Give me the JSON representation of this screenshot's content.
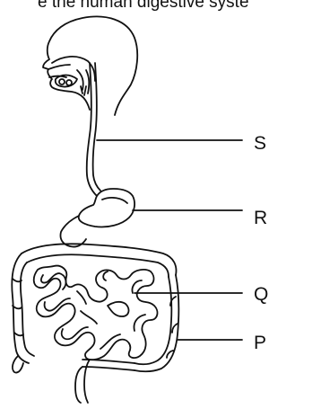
{
  "caption": "e the human digestive syste",
  "labels": {
    "s": "S",
    "r": "R",
    "q": "Q",
    "p": "P"
  },
  "colors": {
    "ink": "#111111",
    "background": "#ffffff"
  }
}
